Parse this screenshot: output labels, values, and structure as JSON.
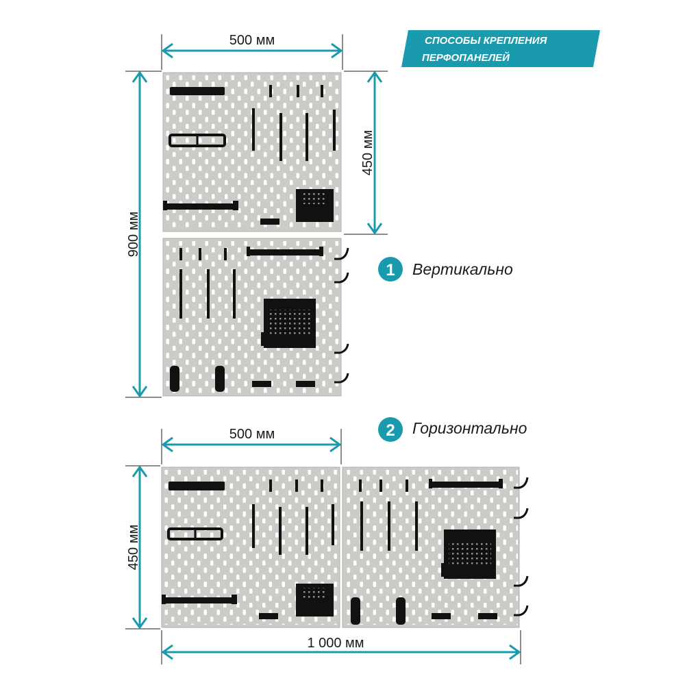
{
  "banner": {
    "line1": "СПОСОБЫ КРЕПЛЕНИЯ",
    "line2": "ПЕРФОПАНЕЛЕЙ"
  },
  "colors": {
    "accent": "#1a9aad",
    "panel": "#cbcbc7",
    "accessory": "#111111",
    "hole": "#ffffff"
  },
  "methods": [
    {
      "number": "1",
      "label": "Вертикально"
    },
    {
      "number": "2",
      "label": "Горизонтально"
    }
  ],
  "dimensions": {
    "vertical_width": "500 мм",
    "vertical_panel_height": "450 мм",
    "vertical_total_height": "900 мм",
    "horizontal_width": "500 мм",
    "horizontal_height": "450 мм",
    "horizontal_total_width": "1 000 мм"
  }
}
